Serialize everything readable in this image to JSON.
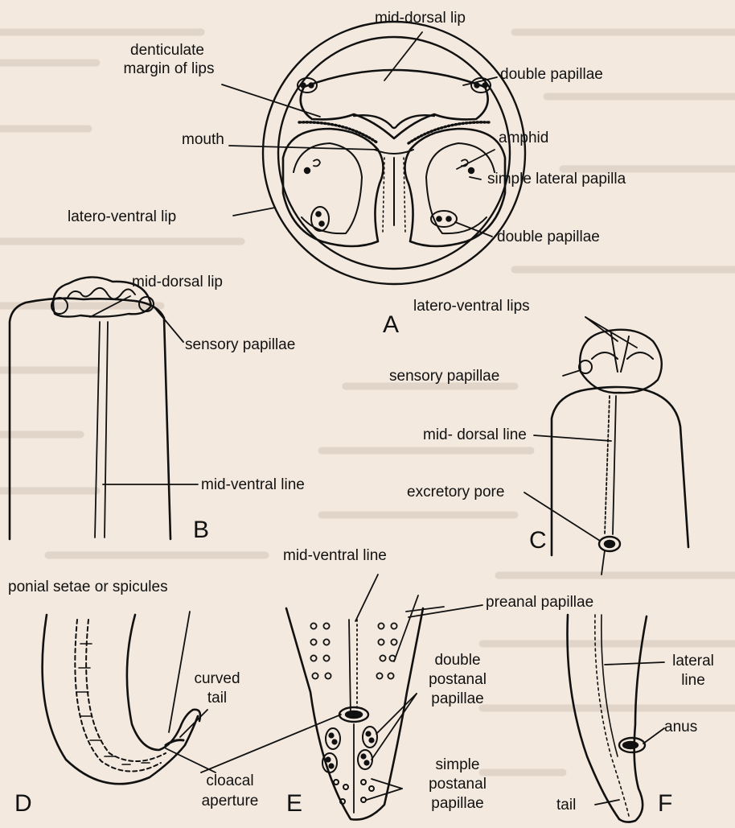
{
  "panels": {
    "A": {
      "letter": "A",
      "labels": {
        "mid_dorsal_lip": "mid-dorsal lip",
        "denticulate_line1": "denticulate",
        "denticulate_line2": "margin of lips",
        "double_papillae_top": "double papillae",
        "mouth": "mouth",
        "amphid": "amphid",
        "simple_lateral_papilla": "simple lateral papilla",
        "latero_ventral_lip": "latero-ventral lip",
        "double_papillae_bottom": "double papillae"
      }
    },
    "B": {
      "letter": "B",
      "labels": {
        "mid_dorsal_lip": "mid-dorsal lip",
        "sensory_papillae": "sensory papillae",
        "mid_ventral_line": "mid-ventral line"
      }
    },
    "C": {
      "letter": "C",
      "labels": {
        "latero_ventral_lips": "latero-ventral lips",
        "sensory_papillae": "sensory papillae",
        "mid_dorsal_line": "mid- dorsal line",
        "excretory_pore": "excretory pore"
      }
    },
    "D": {
      "letter": "D",
      "labels": {
        "penial_setae": "ponial setae or spicules",
        "curved_tail_line1": "curved",
        "curved_tail_line2": "tail",
        "cloacal_line1": "cloacal",
        "cloacal_line2": "aperture"
      }
    },
    "E": {
      "letter": "E",
      "labels": {
        "mid_ventral_line": "mid-ventral line",
        "preanal_papillae": "preanal papillae",
        "double_postanal_line1": "double",
        "double_postanal_line2": "postanal",
        "double_postanal_line3": "papillae",
        "simple_postanal_line1": "simple",
        "simple_postanal_line2": "postanal",
        "simple_postanal_line3": "papillae"
      }
    },
    "F": {
      "letter": "F",
      "labels": {
        "lateral_line_line1": "lateral",
        "lateral_line_line2": "line",
        "anus": "anus",
        "tail": "tail"
      }
    }
  }
}
